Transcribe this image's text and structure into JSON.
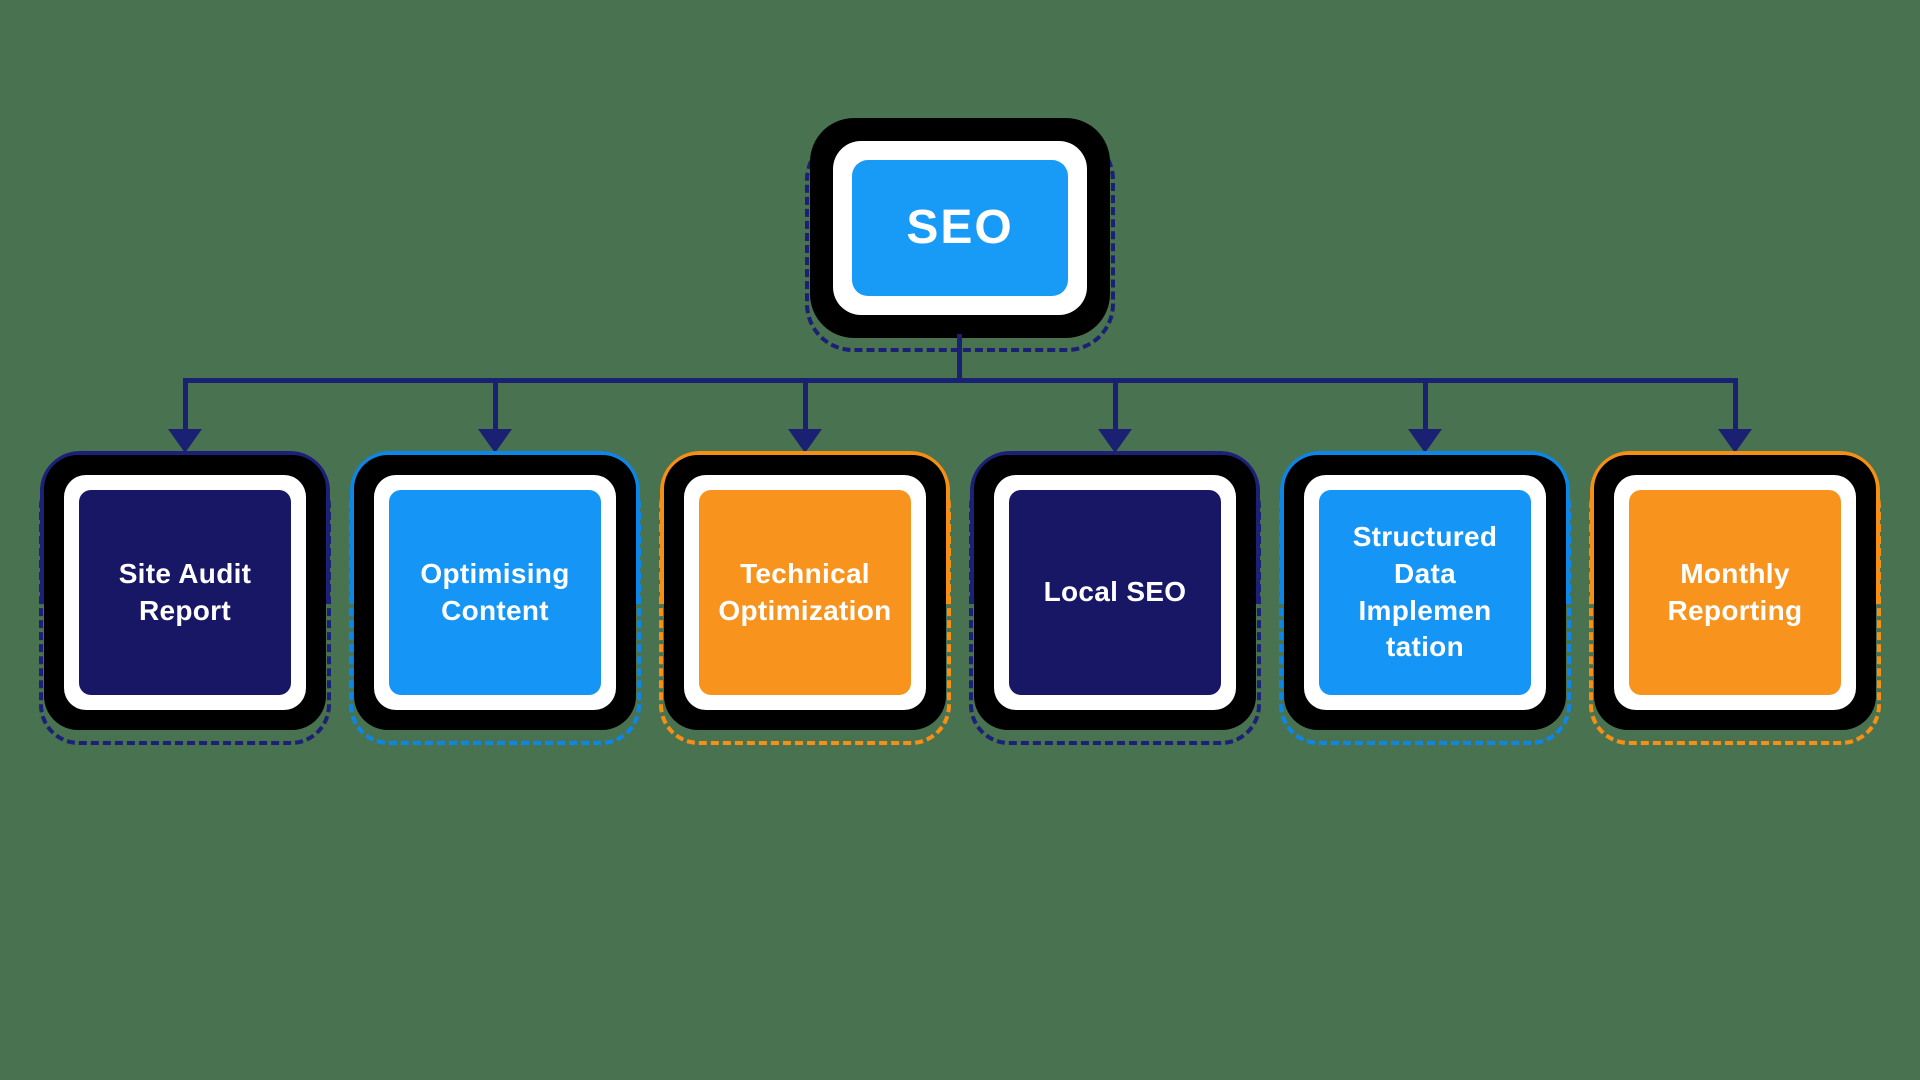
{
  "canvas": {
    "background_color": "#497350",
    "connector_color": "#1B2172"
  },
  "diagram": {
    "root": {
      "label": "SEO",
      "fill_color": "#189BF7",
      "accent_color": "#1B1F75",
      "border_color": "#000000",
      "ring_color": "#FFFFFF",
      "text_color": "#FFFFFF"
    },
    "children": [
      {
        "label": "Site Audit\nReport",
        "fill_color": "#171765",
        "accent_color": "#1C2078",
        "text_color": "#FFFFFF"
      },
      {
        "label": "Optimising\nContent",
        "fill_color": "#1595F6",
        "accent_color": "#0D86E9",
        "text_color": "#FFFFFF"
      },
      {
        "label": "Technical\nOptimization",
        "fill_color": "#F8941E",
        "accent_color": "#F78F15",
        "text_color": "#FFFFFF"
      },
      {
        "label": "Local SEO",
        "fill_color": "#171765",
        "accent_color": "#1C2078",
        "text_color": "#FFFFFF"
      },
      {
        "label": "Structured\nData\nImplemen\ntation",
        "fill_color": "#1595F6",
        "accent_color": "#0D86E9",
        "text_color": "#FFFFFF"
      },
      {
        "label": "Monthly\nReporting",
        "fill_color": "#F8941E",
        "accent_color": "#F78F15",
        "text_color": "#FFFFFF"
      }
    ]
  }
}
